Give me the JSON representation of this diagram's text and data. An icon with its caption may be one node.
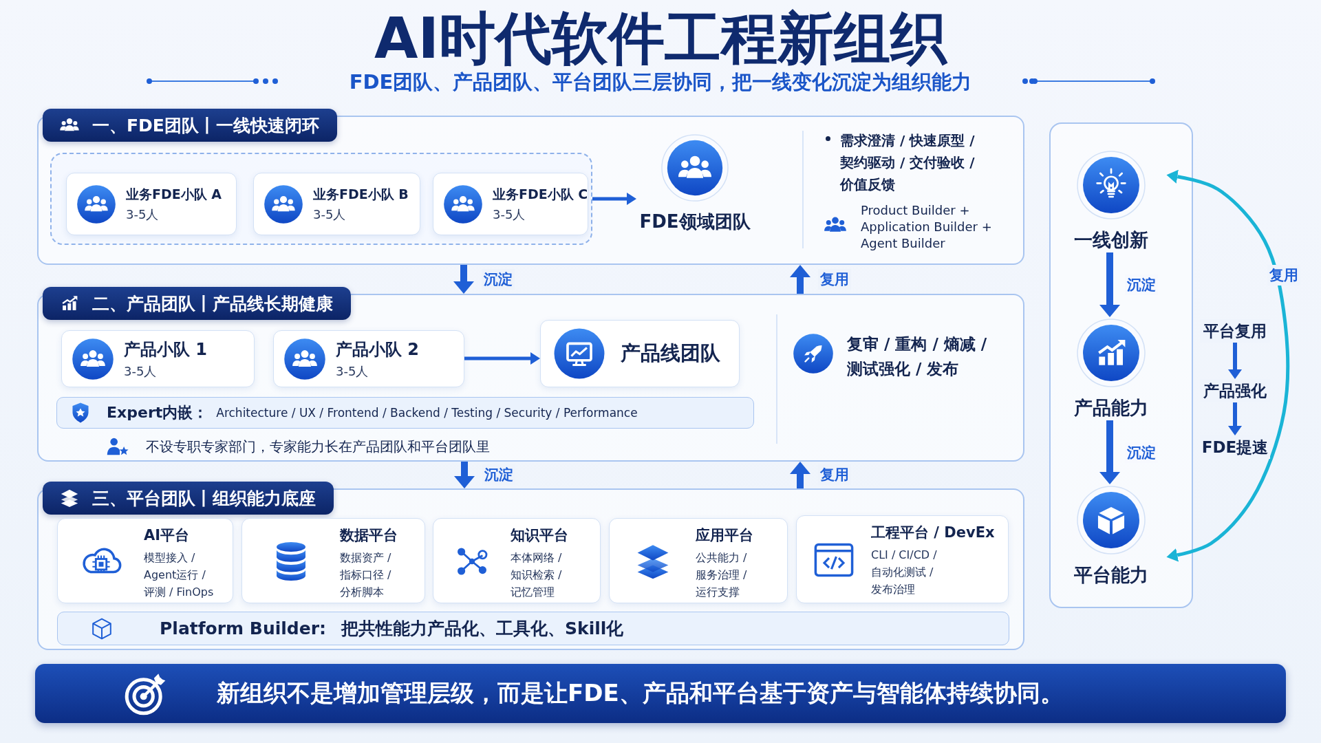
{
  "diagram": {
    "title": "AI时代软件工程新组织",
    "nodes": [
      {
        "text": [
          "一、FDE团队丨一线快速闭环"
        ]
      },
      {
        "text": [],
        "shape": "box",
        "in": 0
      },
      {
        "text": [
          "业务FDE小队 A",
          "3-5人"
        ],
        "in": 1
      },
      {
        "text": [
          "业务FDE小队 B",
          "3-5人"
        ],
        "in": 1
      },
      {
        "text": [
          "业务FDE小队 C",
          "3-5人"
        ],
        "in": 1
      },
      {
        "text": [
          "FDE领域团队"
        ],
        "in": 0
      },
      {
        "text": [
          "二、产品团队丨产品线长期健康"
        ]
      },
      {
        "text": [
          "产品小队 1",
          "3-5人"
        ],
        "in": 6
      },
      {
        "text": [
          "产品小队 2",
          "3-5人"
        ],
        "in": 6
      },
      {
        "text": [
          "产品线团队"
        ],
        "in": 6
      },
      {
        "text": [
          "Expert内嵌：",
          "Architecture / UX / Frontend / Backend / Testing / Security / Performance"
        ],
        "in": 6
      },
      {
        "text": [
          "三、平台团队丨组织能力底座"
        ]
      },
      {
        "text": [
          "AI平台",
          "模型接入 / Agent运行 / 评测 / FinOps"
        ],
        "in": 11
      },
      {
        "text": [
          "数据平台",
          "数据资产 / 指标口径 / 分析脚本"
        ],
        "in": 11
      },
      {
        "text": [
          "知识平台",
          "本体网络 / 知识检索 / 记忆管理"
        ],
        "in": 11
      },
      {
        "text": [
          "应用平台",
          "公共能力 / 服务治理 / 运行支撑"
        ],
        "in": 11
      },
      {
        "text": [
          "工程平台 / DevEx",
          "CLI / CI/CD / 自动化测试 / 发布治理"
        ],
        "in": 11
      },
      {
        "text": [
          "Platform Builder:",
          "把共性能力产品化、工具化、Skill化"
        ],
        "in": 11
      },
      {
        "text": [],
        "shape": "box"
      },
      {
        "text": [
          "一线创新"
        ],
        "in": 18
      },
      {
        "text": [
          "产品能力"
        ],
        "in": 18
      },
      {
        "text": [
          "平台能力"
        ],
        "in": 18
      },
      {
        "text": [
          "平台复用"
        ]
      },
      {
        "text": [
          "产品强化"
        ]
      },
      {
        "text": [
          "FDE提速"
        ]
      },
      {
        "text": [
          "新组织不是增加管理层级，而是让FDE、产品和平台基于资产与智能体持续协同。"
        ]
      }
    ],
    "edges": [
      {
        "from": 1,
        "to": 5,
        "arrow": "to"
      },
      {
        "from": 8,
        "to": 9,
        "arrow": "to"
      },
      {
        "from": 0,
        "to": 6,
        "arrow": "to",
        "label": "沉淀"
      },
      {
        "from": 6,
        "to": 0,
        "arrow": "to",
        "label": "复用"
      },
      {
        "from": 6,
        "to": 11,
        "arrow": "to",
        "label": "沉淀"
      },
      {
        "from": 11,
        "to": 6,
        "arrow": "to",
        "label": "复用"
      },
      {
        "from": 19,
        "to": 20,
        "arrow": "to",
        "label": "沉淀"
      },
      {
        "from": 20,
        "to": 21,
        "arrow": "to",
        "label": "沉淀"
      },
      {
        "from": 21,
        "to": 19,
        "arrow": "both",
        "label": "复用",
        "color": "#1ab4d6"
      },
      {
        "from": 22,
        "to": 23,
        "arrow": "to"
      },
      {
        "from": 23,
        "to": 24,
        "arrow": "to"
      }
    ],
    "labels": [
      "FDE团队、产品团队、平台团队三层协同，把一线变化沉淀为组织能力",
      "需求澄清 / 快速原型 / 契约驱动 / 交付验收 / 价值反馈",
      "Product Builder + Application Builder + Agent Builder",
      "复审 / 重构 / 熵减 / 测试强化 / 发布",
      "不设专职专家部门，专家能力长在产品团队和平台团队里"
    ]
  }
}
